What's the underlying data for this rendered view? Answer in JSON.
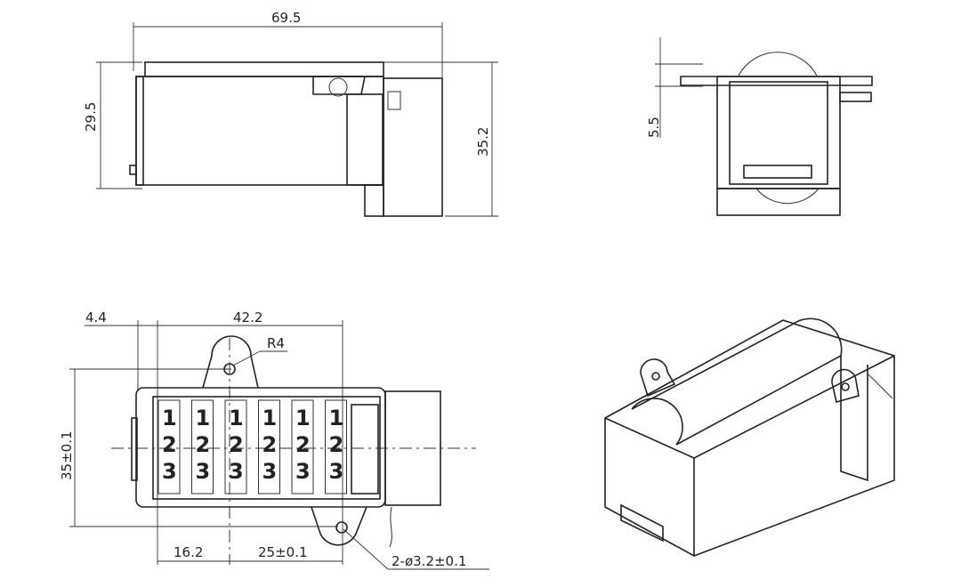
{
  "title": "Counter dimension drawing",
  "dimensions": {
    "top_width": "69.5",
    "side_height_left": "29.5",
    "side_height_right": "35.2",
    "end_view_offset": "5.5",
    "offset_left": "4.4",
    "hole_span_outer": "42.2",
    "ear_radius": "R4",
    "mount_height": "35±0.1",
    "to_first_hole": "16.2",
    "hole_pitch": "25±0.1",
    "holes": "2-ø3.2±0.1"
  },
  "counter_digits": [
    "1",
    "2",
    "3"
  ],
  "wheel_count": 6
}
